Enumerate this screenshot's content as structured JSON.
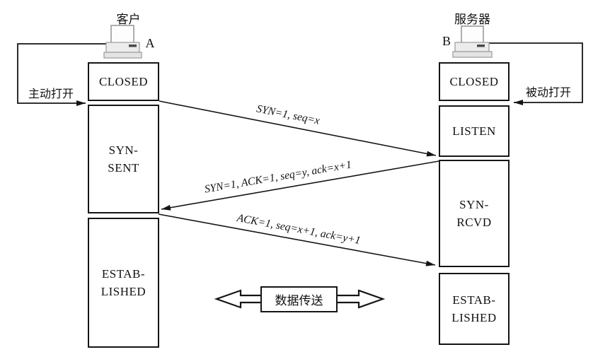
{
  "colors": {
    "ink": "#151515",
    "box_border": "#151515",
    "background": "#ffffff",
    "icon_fill": "#ececec",
    "icon_stroke": "#9a9a9a",
    "icon_slot": "#4a4a4a"
  },
  "client": {
    "title": "客户",
    "host_letter": "A",
    "open_action": "主动打开",
    "states": [
      {
        "name": "CLOSED",
        "text": "CLOSED"
      },
      {
        "name": "SYN-SENT",
        "text": "SYN-\nSENT"
      },
      {
        "name": "ESTABLISHED",
        "text": "ESTAB-\nLISHED"
      }
    ]
  },
  "server": {
    "title": "服务器",
    "host_letter": "B",
    "open_action": "被动打开",
    "states": [
      {
        "name": "CLOSED",
        "text": "CLOSED"
      },
      {
        "name": "LISTEN",
        "text": "LISTEN"
      },
      {
        "name": "SYN-RCVD",
        "text": "SYN-\nRCVD"
      },
      {
        "name": "ESTABLISHED",
        "text": "ESTAB-\nLISHED"
      }
    ]
  },
  "messages": [
    {
      "label": "SYN=1, seq=x",
      "direction": "client-to-server"
    },
    {
      "label": "SYN=1, ACK=1, seq=y, ack=x+1",
      "direction": "server-to-client"
    },
    {
      "label": "ACK=1, seq=x+1, ack=y+1",
      "direction": "client-to-server"
    }
  ],
  "data_transfer": {
    "label": "数据传送"
  }
}
